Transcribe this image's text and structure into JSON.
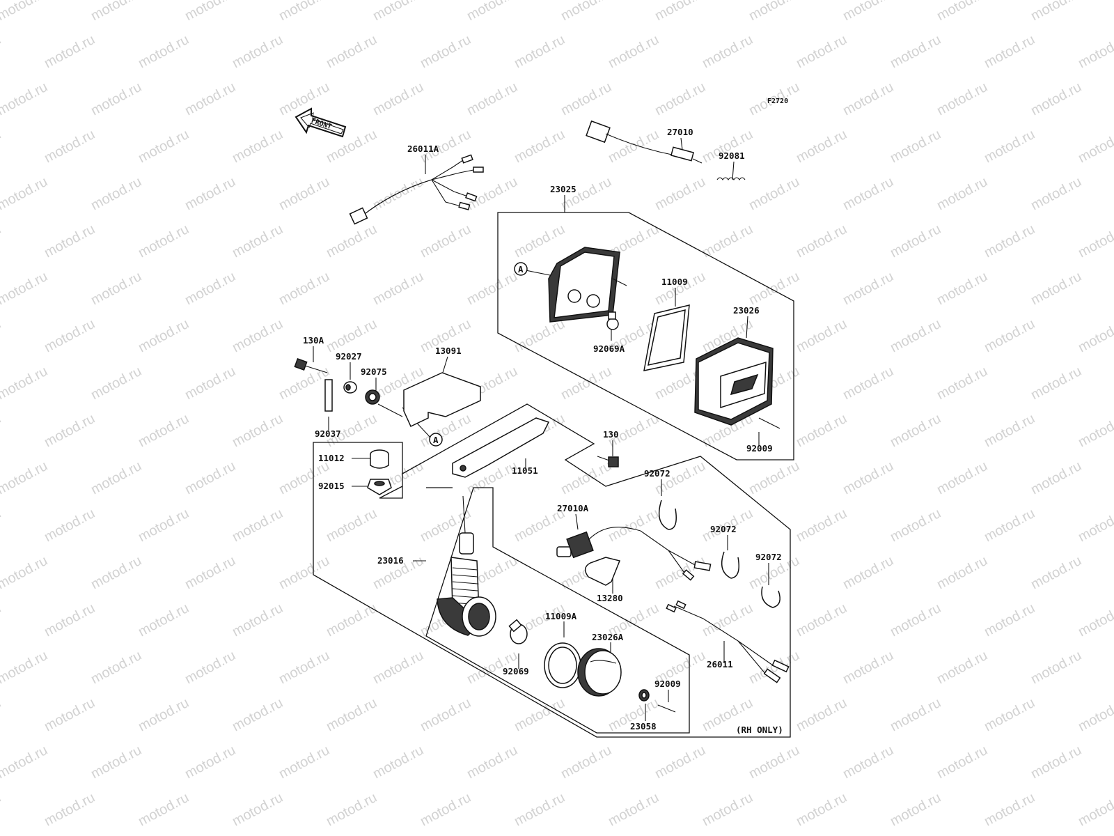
{
  "diagram": {
    "code": "F2720",
    "front_label": "FRONT",
    "note": "(RH ONLY)",
    "ref_mark": "A",
    "watermark": "motod.ru",
    "parts": {
      "p26011A": "26011A",
      "p27010": "27010",
      "p92081": "92081",
      "p23025": "23025",
      "p11009": "11009",
      "p23026": "23026",
      "p92069A": "92069A",
      "p130A": "130A",
      "p92027": "92027",
      "p92075": "92075",
      "p13091": "13091",
      "p92037": "92037",
      "p130": "130",
      "p92009a": "92009",
      "p11012": "11012",
      "p92015": "92015",
      "p11051": "11051",
      "p92072a": "92072",
      "p27010A": "27010A",
      "p92072b": "92072",
      "p92072c": "92072",
      "p23016": "23016",
      "p13280": "13280",
      "p11009A": "11009A",
      "p23026A": "23026A",
      "p92069": "92069",
      "p26011": "26011",
      "p92009b": "92009",
      "p23058": "23058"
    }
  }
}
